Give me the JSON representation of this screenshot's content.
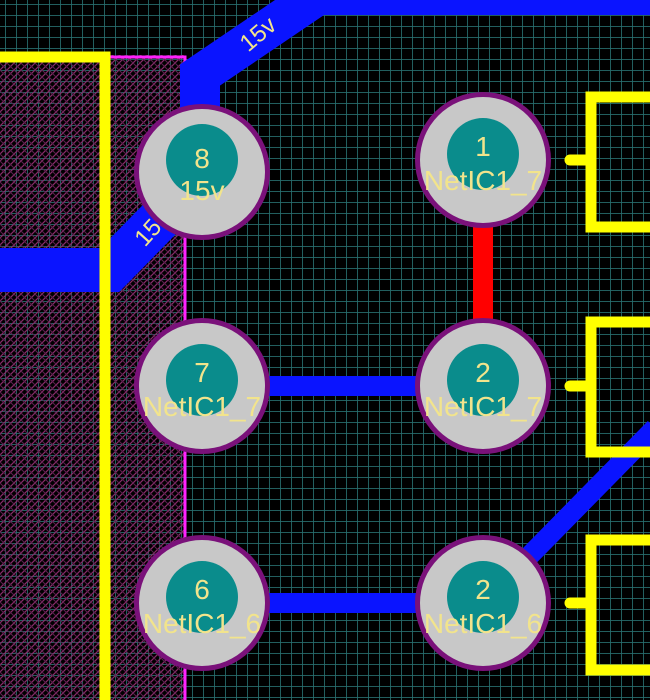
{
  "colors": {
    "background": "#000000",
    "grid": "#2a7070",
    "bottom_trace": "#0a14ff",
    "top_trace": "#ff0000",
    "silkscreen": "#ffff00",
    "keepout": "#ff22ff",
    "pad_ring": "#7a117a",
    "pad_copper": "#c8c8c8",
    "pad_hole": "#0a8c8c",
    "pad_label": "#f2e48c"
  },
  "net_labels": {
    "trace_top": "15v",
    "trace_left": "15v"
  },
  "pads": [
    {
      "id": "pad-8",
      "number": "8",
      "net": "15v"
    },
    {
      "id": "pad-7",
      "number": "7",
      "net": "NetIC1_7"
    },
    {
      "id": "pad-6",
      "number": "6",
      "net": "NetIC1_6"
    },
    {
      "id": "pad-1",
      "number": "1",
      "net": "NetIC1_7"
    },
    {
      "id": "pad-2a",
      "number": "2",
      "net": "NetIC1_7"
    },
    {
      "id": "pad-2b",
      "number": "2",
      "net": "NetIC1_6"
    }
  ]
}
